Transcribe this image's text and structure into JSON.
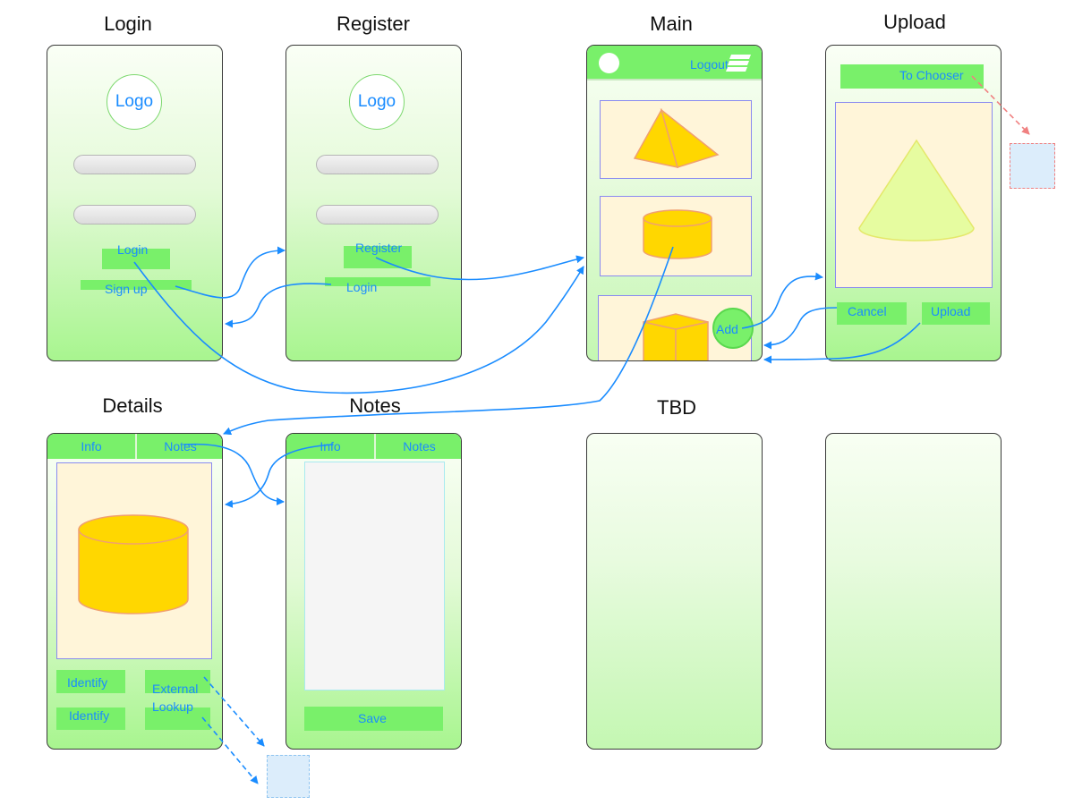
{
  "titles": {
    "login": "Login",
    "register": "Register",
    "main": "Main",
    "upload": "Upload",
    "details": "Details",
    "notes": "Notes",
    "tbd": "TBD"
  },
  "login_screen": {
    "logo": "Logo",
    "login_button": "Login",
    "signup_link": "Sign up"
  },
  "register_screen": {
    "logo": "Logo",
    "register_button": "Register",
    "login_link": "Login"
  },
  "main_screen": {
    "logout": "Logout",
    "add_button": "Add"
  },
  "upload_screen": {
    "to_chooser": "To Chooser",
    "cancel": "Cancel",
    "upload": "Upload"
  },
  "details_screen": {
    "tab_info": "Info",
    "tab_notes": "Notes",
    "identify_1": "Identify",
    "identify_2": "Identify",
    "external_lookup_1": "External",
    "external_lookup_2": "Lookup"
  },
  "notes_screen": {
    "tab_info": "Info",
    "tab_notes": "Notes",
    "save": "Save"
  },
  "colors": {
    "screen_border": "#3a3a3a",
    "button_green": "#79f06a",
    "link_blue": "#1a8cff",
    "shape_yellow": "#ffd700",
    "shape_outline": "#f0a070",
    "card_fill": "#fff5d9",
    "card_border": "#8a8af0",
    "dashed_red": "#f08080"
  }
}
